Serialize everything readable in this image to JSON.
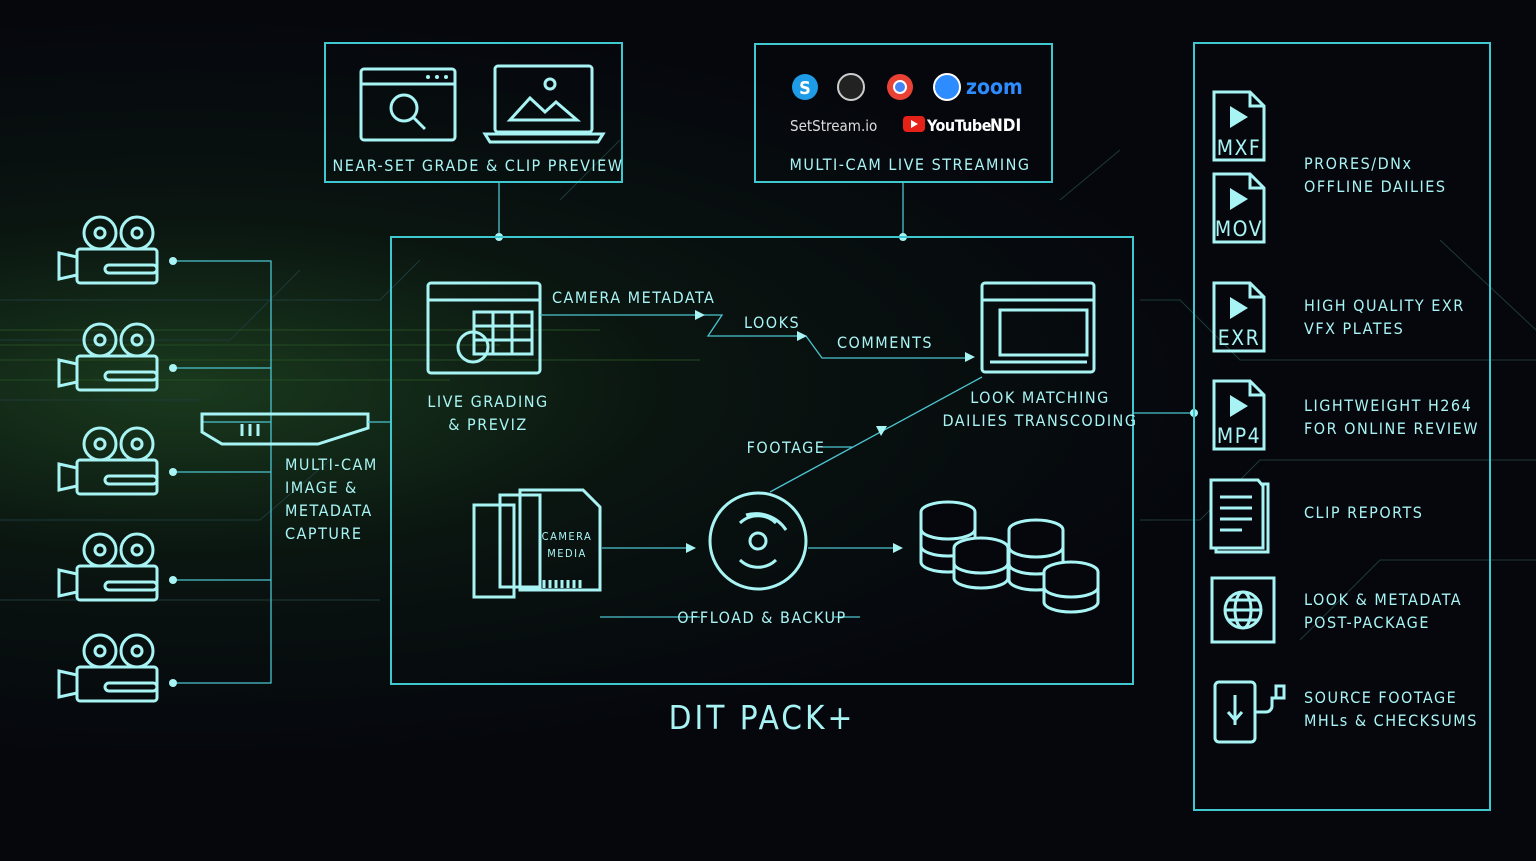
{
  "colors": {
    "accent": "#a8f4f4",
    "line": "#3fc8cf",
    "background": "#05070d"
  },
  "title": "DIT PACK+",
  "top_boxes": [
    {
      "label": "NEAR-SET GRADE & CLIP PREVIEW",
      "icons": [
        "browser-search-icon",
        "laptop-image-icon"
      ]
    },
    {
      "label": "MULTI-CAM LIVE STREAMING",
      "logos": [
        "Skype",
        "OBS",
        "Chrome",
        "zoom",
        "SetStream.io",
        "YouTube",
        "NDI"
      ]
    }
  ],
  "capture": {
    "lines": [
      "MULTI-CAM",
      "IMAGE &",
      "METADATA",
      "CAPTURE"
    ],
    "cameras": 5
  },
  "main": {
    "grading": [
      "LIVE GRADING",
      "& PREVIZ"
    ],
    "flow": [
      "CAMERA METADATA",
      "LOOKS",
      "COMMENTS"
    ],
    "look_matching": [
      "LOOK MATCHING",
      "DAILIES TRANSCODING"
    ],
    "footage": "FOOTAGE",
    "media": [
      "CAMERA",
      "MEDIA"
    ],
    "offload": "OFFLOAD & BACKUP"
  },
  "outputs": [
    {
      "files": [
        "MXF",
        "MOV"
      ],
      "lines": [
        "PRORES/DNx",
        "OFFLINE DAILIES"
      ]
    },
    {
      "files": [
        "EXR"
      ],
      "lines": [
        "HIGH QUALITY EXR",
        "VFX PLATES"
      ]
    },
    {
      "files": [
        "MP4"
      ],
      "lines": [
        "LIGHTWEIGHT H264",
        "FOR ONLINE REVIEW"
      ]
    },
    {
      "icon": "document-icon",
      "lines": [
        "CLIP REPORTS"
      ]
    },
    {
      "icon": "globe-icon",
      "lines": [
        "LOOK & METADATA",
        "POST-PACKAGE"
      ]
    },
    {
      "icon": "usb-drive-icon",
      "lines": [
        "SOURCE FOOTAGE",
        "MHLs & CHECKSUMS"
      ]
    }
  ]
}
